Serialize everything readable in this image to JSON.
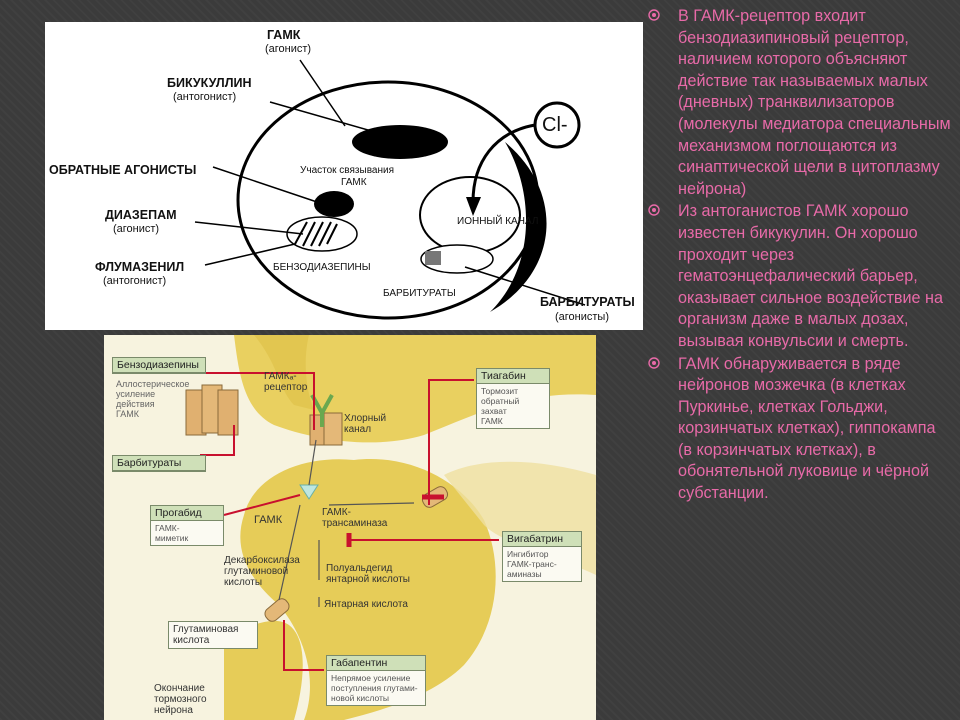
{
  "top_figure": {
    "labels": {
      "gaba": "ГАМК",
      "gaba_role": "(агонист)",
      "bicuculline": "БИКУКУЛЛИН",
      "bicuculline_role": "(антогонист)",
      "inverse_agonists": "ОБРАТНЫЕ АГОНИСТЫ",
      "diazepam": "ДИАЗЕПАМ",
      "diazepam_role": "(агонист)",
      "flumazenil": "ФЛУМАЗЕНИЛ",
      "flumazenil_role": "(антогонист)",
      "binding_site_line1": "Участок связывания",
      "binding_site_line2": "ГАМК",
      "benzodiazepines": "БЕНЗОДИАЗЕПИНЫ",
      "ion_channel": "ИОННЫЙ КАНАЛ",
      "barbiturates_inner": "БАРБИТУРАТЫ",
      "barbiturates_outer": "БАРБИТУРАТЫ",
      "barbiturates_role": "(агонисты)",
      "chloride": "Cl-"
    }
  },
  "bottom_figure": {
    "boxes": {
      "benzodiazepines_head": "Бензодиазепины",
      "benzodiazepines_body": "Аллостерическое\nусиление\nдействия\nГАМК",
      "barbiturates_head": "Барбитураты",
      "tiagabine_head": "Тиагабин",
      "tiagabine_body": "Тормозит\nобратный\nзахват\nГАМК",
      "progabide_head": "Прогабид",
      "progabide_body": "ГАМК-\nмиметик",
      "vigabatrin_head": "Вигабатрин",
      "vigabatrin_body": "Ингибитор\nГАМК-транс-\nаминазы",
      "gabapentin_head": "Габапентин",
      "gabapentin_body": "Непрямое усиление\nпоступления глутами-\nновой кислоты"
    },
    "text": {
      "receptor": "ГАМКₐ-\nрецептор",
      "chloride_channel": "Хлорный\nканал",
      "gaba": "ГАМК",
      "transaminase": "ГАМК-\nтрансаминаза",
      "decarboxylase": "Декарбоксилаза\nглутаминовой\nкислоты",
      "semialdehyde": "Полуальдегид\nянтарной кислоты",
      "succinic": "Янтарная кислота",
      "glutamic": "Глутаминовая\nкислота",
      "terminal": "Окончание\nтормозного\nнейрона"
    }
  },
  "bullets": [
    "В ГАМК-рецептор входит бензодиазипиновый рецептор, наличием которого объясняют действие так называемых малых (дневных) транквилизаторов (молекулы медиатора специальным механизмом поглощаются из синаптической щели в цитоплазму нейрона)",
    "Из антоганистов  ГАМК хорошо известен бикукулин. Он хорошо проходит через гематоэнцефалический барьер, оказывает сильное воздействие на организм даже в малых дозах, вызывая конвульсии и смерть.",
    "ГАМК обнаруживается в ряде нейронов мозжечка (в клетках Пуркинье, клетках Гольджи, корзинчатых клетках), гиппокампа (в корзинчатых клетках), в обонятельной луковице и чёрной субстанции."
  ],
  "colors": {
    "bullet_text": "#e86aa8",
    "background": "#3b3b3b",
    "neuron_fill": "#e8cf62",
    "accent_red": "#c8102e"
  },
  "icons": {
    "bullet": "circle-target-bullet-icon"
  }
}
